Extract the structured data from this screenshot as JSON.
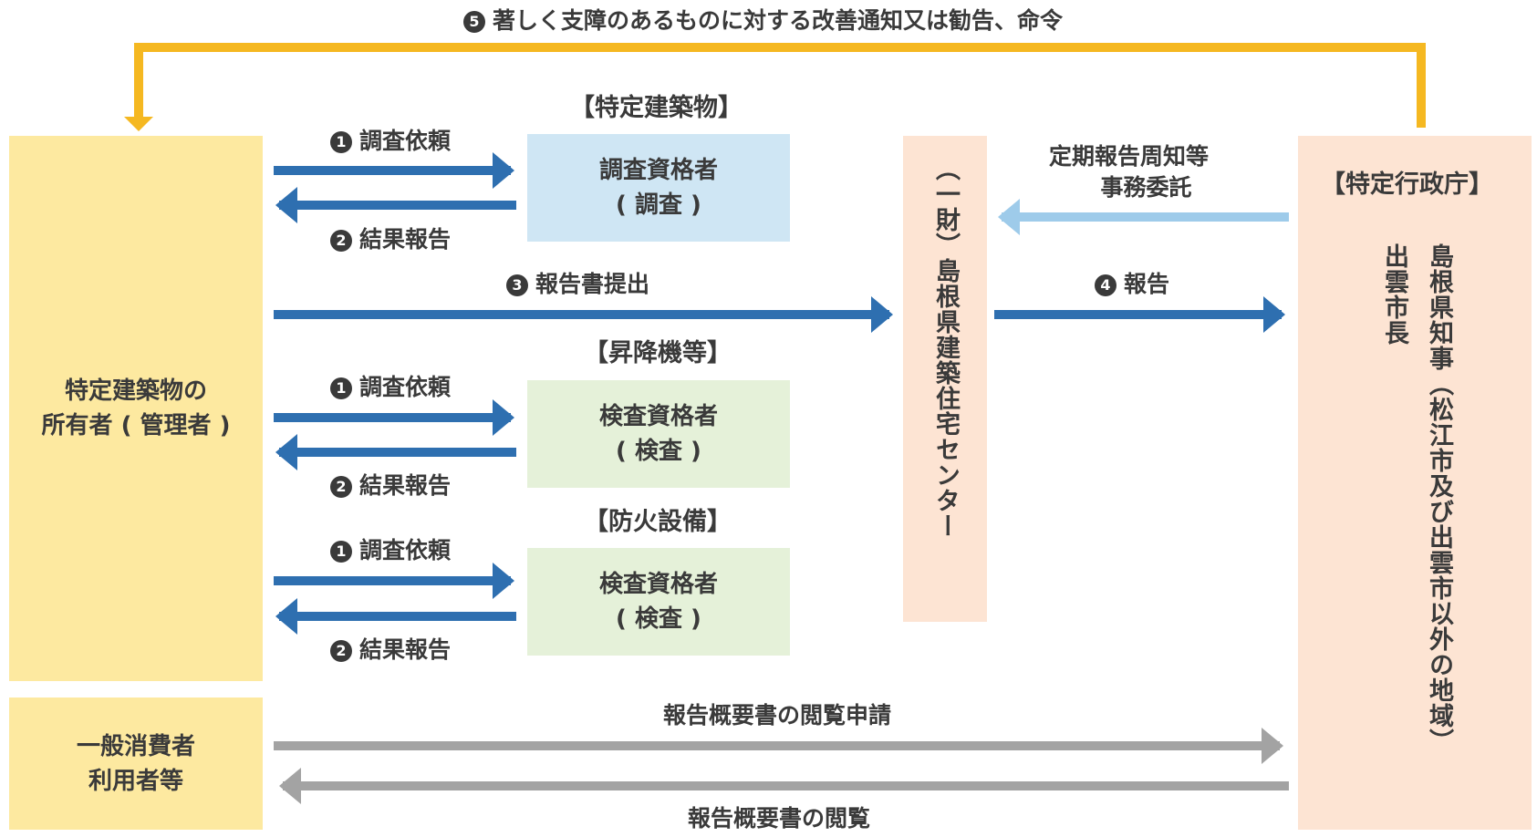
{
  "top_notice": {
    "num": "5",
    "text": "著しく支障のあるものに対する改善通知又は勧告、命令"
  },
  "owner": {
    "line1": "特定建築物の",
    "line2": "所有者 ( 管理者 )"
  },
  "consumer": {
    "line1": "一般消費者",
    "line2": "利用者等"
  },
  "section_building": {
    "header": "【特定建築物】",
    "box_line1": "調査資格者",
    "box_line2": "( 調査 )"
  },
  "section_elevator": {
    "header": "【昇降機等】",
    "box_line1": "検査資格者",
    "box_line2": "( 検査 )"
  },
  "section_fire": {
    "header": "【防火設備】",
    "box_line1": "検査資格者",
    "box_line2": "( 検査 )"
  },
  "flow1": {
    "num": "1",
    "text": "調査依頼"
  },
  "flow2": {
    "num": "2",
    "text": "結果報告"
  },
  "flow3": {
    "num": "3",
    "text": "報告書提出"
  },
  "flow4": {
    "num": "4",
    "text": "報告"
  },
  "center": {
    "text": "（一財）島根県建築住宅センター"
  },
  "delegation": {
    "line1": "定期報告周知等",
    "line2": "事務委託"
  },
  "authority": {
    "header": "【特定行政庁】",
    "col1": "島根県知事（松江市及び出雲市以外の地域）",
    "col2": "出雲市長"
  },
  "access_request": "報告概要書の閲覧申請",
  "access_view": "報告概要書の閲覧",
  "colors": {
    "yellow_box": "#fde9a0",
    "blue_box": "#cfe6f4",
    "green_box": "#e5f1d9",
    "peach_box": "#fde4d3",
    "dark_blue": "#2e6fb0",
    "light_blue": "#9ecbea",
    "gray": "#a3a3a3",
    "gold": "#f5b821"
  }
}
